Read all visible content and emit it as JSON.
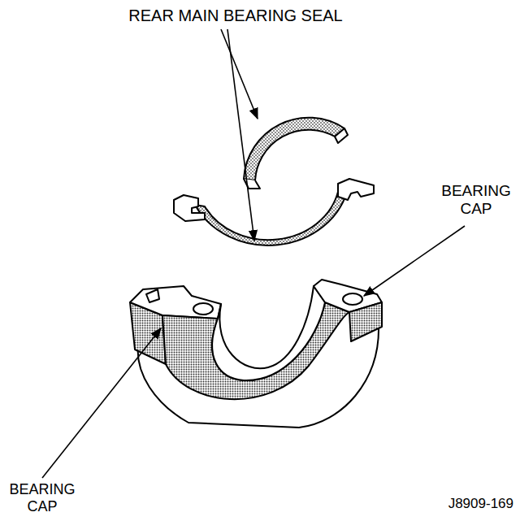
{
  "diagram": {
    "labels": [
      "REAR MAIN BEARING SEAL",
      "BEARING CAP",
      "BEARING CAP",
      "J8909-169"
    ]
  }
}
